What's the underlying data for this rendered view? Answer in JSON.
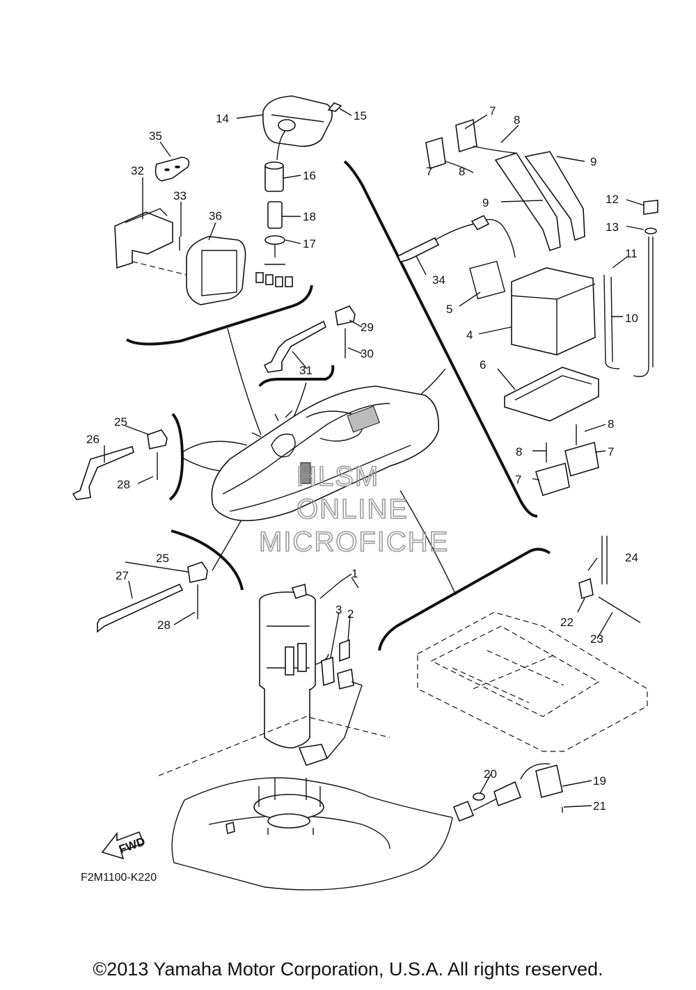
{
  "callouts": [
    "1",
    "2",
    "3",
    "4",
    "5",
    "6",
    "7",
    "7",
    "7",
    "7",
    "8",
    "8",
    "8",
    "8",
    "9",
    "9",
    "10",
    "11",
    "12",
    "13",
    "14",
    "15",
    "16",
    "17",
    "18",
    "19",
    "20",
    "21",
    "22",
    "23",
    "24",
    "25",
    "25",
    "26",
    "27",
    "28",
    "28",
    "29",
    "30",
    "31",
    "32",
    "33",
    "34",
    "35",
    "36"
  ],
  "watermark": {
    "line1": "HLSM",
    "line2": "ONLINE",
    "line3": "MICROFICHE"
  },
  "direction_label": "FWD",
  "diagram_code": "F2M1100-K220",
  "copyright": "©2013 Yamaha Motor Corporation, U.S.A. All rights reserved.",
  "colors": {
    "ink": "#111111",
    "watermark": "#9a9a9a",
    "background": "#ffffff"
  }
}
